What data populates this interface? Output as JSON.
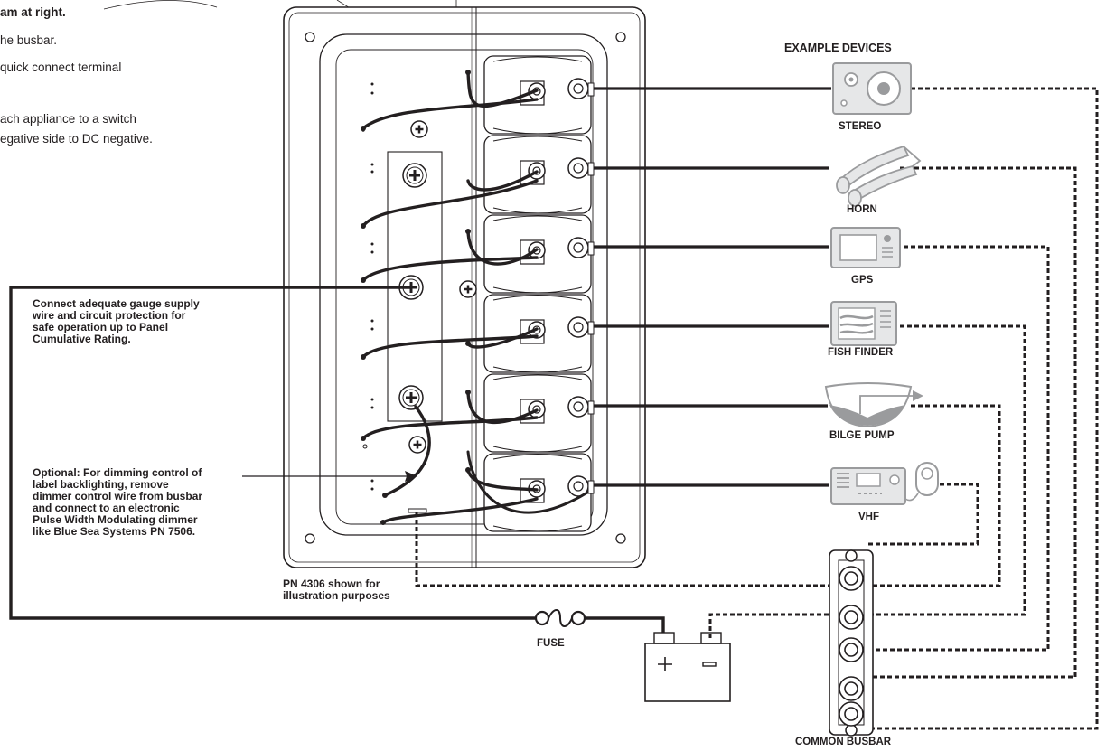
{
  "instructions": {
    "heading": "am at right.",
    "line1": "he busbar.",
    "line2": "quick connect terminal",
    "line3": "ach appliance to a switch",
    "line4": "egative side to DC negative."
  },
  "notes": {
    "supply_1": "Connect adequate gauge supply",
    "supply_2": "wire and circuit protection for",
    "supply_3": "safe operation up to Panel",
    "supply_4": "Cumulative Rating.",
    "dim_1": "Optional: For dimming control of",
    "dim_2": "label backlighting, remove",
    "dim_3": "dimmer control wire from busbar",
    "dim_4": "and connect to an electronic",
    "dim_5": "Pulse Width Modulating dimmer",
    "dim_6": "like Blue Sea Systems PN 7506.",
    "pn_1": "PN 4306 shown for",
    "pn_2": "illustration purposes"
  },
  "labels": {
    "example_devices": "EXAMPLE DEVICES",
    "fuse": "FUSE",
    "common_busbar": "COMMON BUSBAR"
  },
  "devices": [
    {
      "label": "STEREO",
      "icon": "stereo-icon"
    },
    {
      "label": "HORN",
      "icon": "horn-icon"
    },
    {
      "label": "GPS",
      "icon": "gps-icon"
    },
    {
      "label": "FISH FINDER",
      "icon": "fish-finder-icon"
    },
    {
      "label": "BILGE PUMP",
      "icon": "bilge-pump-icon"
    },
    {
      "label": "VHF",
      "icon": "vhf-icon"
    }
  ],
  "colors": {
    "line": "#231f20",
    "panel_fill": "#ffffff",
    "device_fill": "#e6e7e8",
    "device_stroke": "#9a9b9d"
  }
}
